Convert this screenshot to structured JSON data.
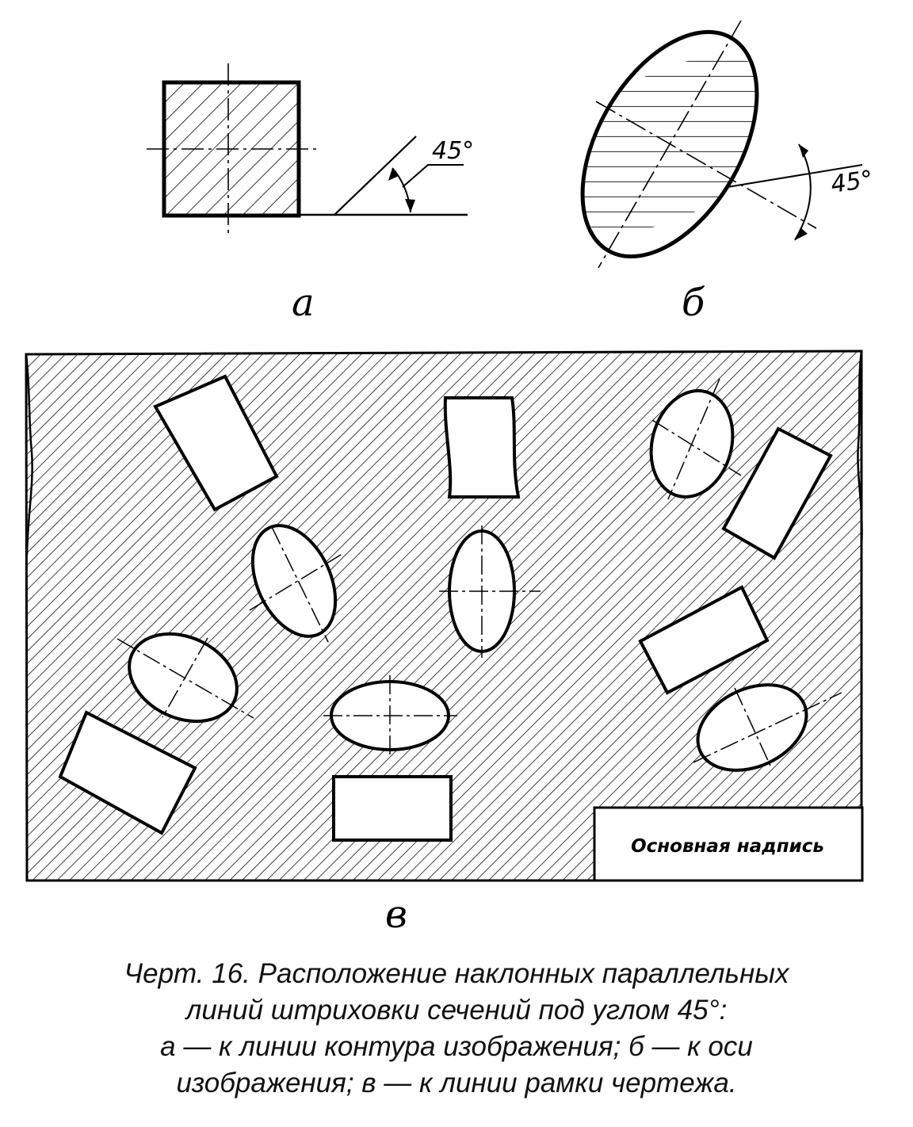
{
  "figure_a": {
    "angle_label": "45°",
    "sub_label": "а"
  },
  "figure_b": {
    "angle_label": "45°",
    "sub_label": "б"
  },
  "figure_v": {
    "stamp_label": "Основная надпись",
    "sub_label": "в"
  },
  "caption": {
    "lines": [
      "Черт. 16. Расположение наклонных параллельных",
      "линий штриховки сечений под углом 45°:",
      "а — к линии контура изображения; б — к оси",
      "изображения; в — к линии рамки чертежа."
    ]
  },
  "colors": {
    "ink": "#000000",
    "paper": "#ffffff"
  }
}
